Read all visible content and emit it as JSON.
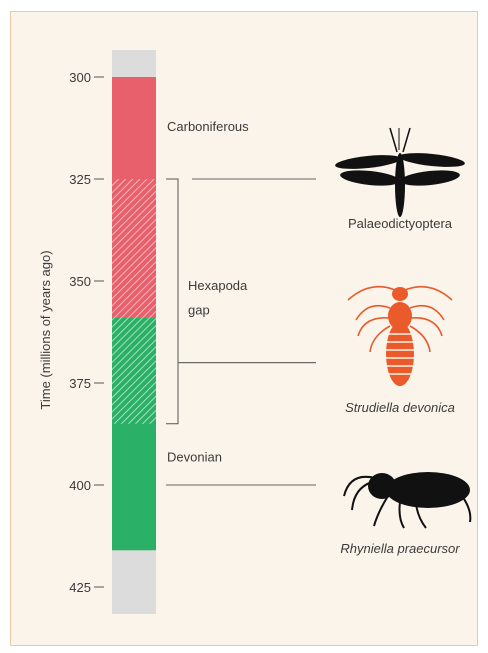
{
  "y_axis": {
    "title": "Time (millions of years ago)",
    "ticks": [
      300,
      325,
      350,
      375,
      400,
      425
    ]
  },
  "periods": [
    {
      "name": "Carboniferous",
      "start": 300,
      "end": 359,
      "color": "#e8606c"
    },
    {
      "name": "Devonian",
      "start": 359,
      "end": 416,
      "color": "#2bb067"
    }
  ],
  "gap": {
    "label_line1": "Hexapoda",
    "label_line2": "gap",
    "start": 325,
    "end": 385
  },
  "bracket_mid": 370,
  "specimens": [
    {
      "name": "Palaeodictyoptera",
      "time": 325,
      "color": "#111111",
      "italic": false
    },
    {
      "name": "Strudiella devonica",
      "time": 370,
      "color": "#ea5a2a",
      "italic": true
    },
    {
      "name": "Rhyniella praecursor",
      "time": 400,
      "color": "#111111",
      "italic": true
    }
  ],
  "bar_background_color": "#dcdcdc"
}
